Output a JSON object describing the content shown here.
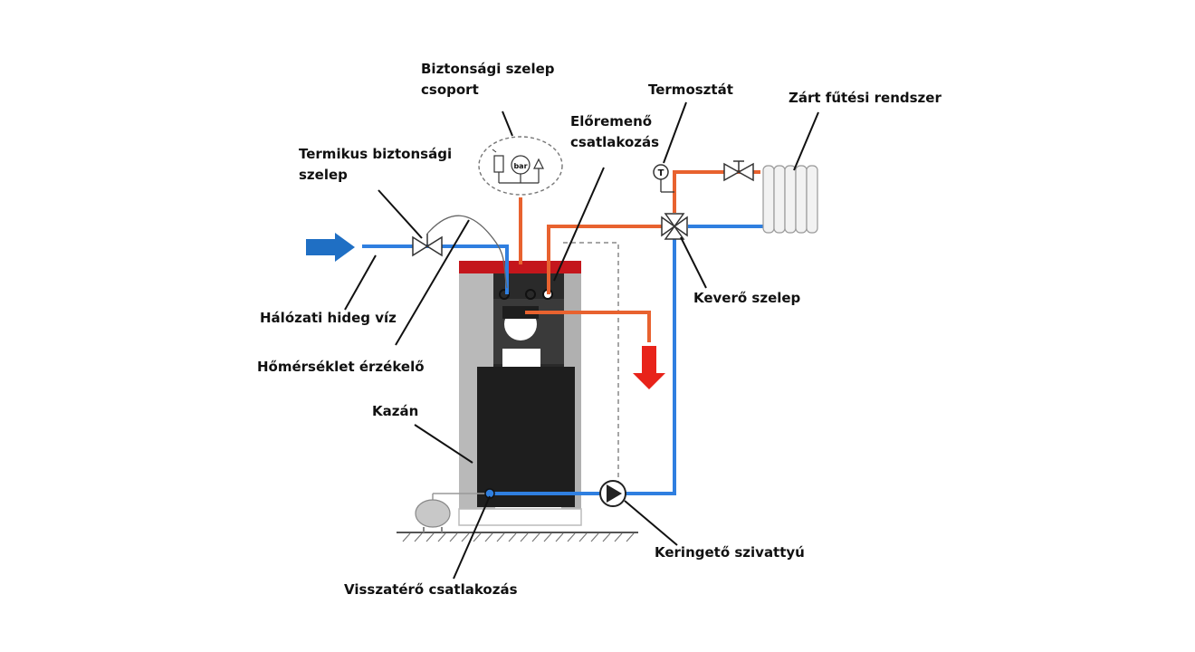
{
  "labels": {
    "safety_valve_group": [
      "Biztonsági szelep",
      "csoport"
    ],
    "thermostat": "Termosztát",
    "closed_heating": "Zárt fűtési rendszer",
    "flow_connection": [
      "Előremenő",
      "csatlakozás"
    ],
    "thermal_safety_valve": [
      "Termikus biztonsági",
      "szelep"
    ],
    "cold_water": "Hálózati hideg víz",
    "temp_sensor": "Hőmérséklet érzékelő",
    "mixing_valve": "Keverő szelep",
    "boiler": "Kazán",
    "circ_pump": "Keringető szivattyú",
    "return_connection": "Visszatérő csatlakozás",
    "bar_text": "bar",
    "thermostat_symbol": "T"
  },
  "colors": {
    "cold_pipe": "#2f7fe0",
    "hot_pipe": "#e8622f",
    "boiler_top": "#c4161c",
    "boiler_door": "#1e1e1e",
    "boiler_side": "#b9b9b9",
    "arrow_in": "#1f6fc4",
    "arrow_out": "#e8231a",
    "leader": "#111111"
  }
}
